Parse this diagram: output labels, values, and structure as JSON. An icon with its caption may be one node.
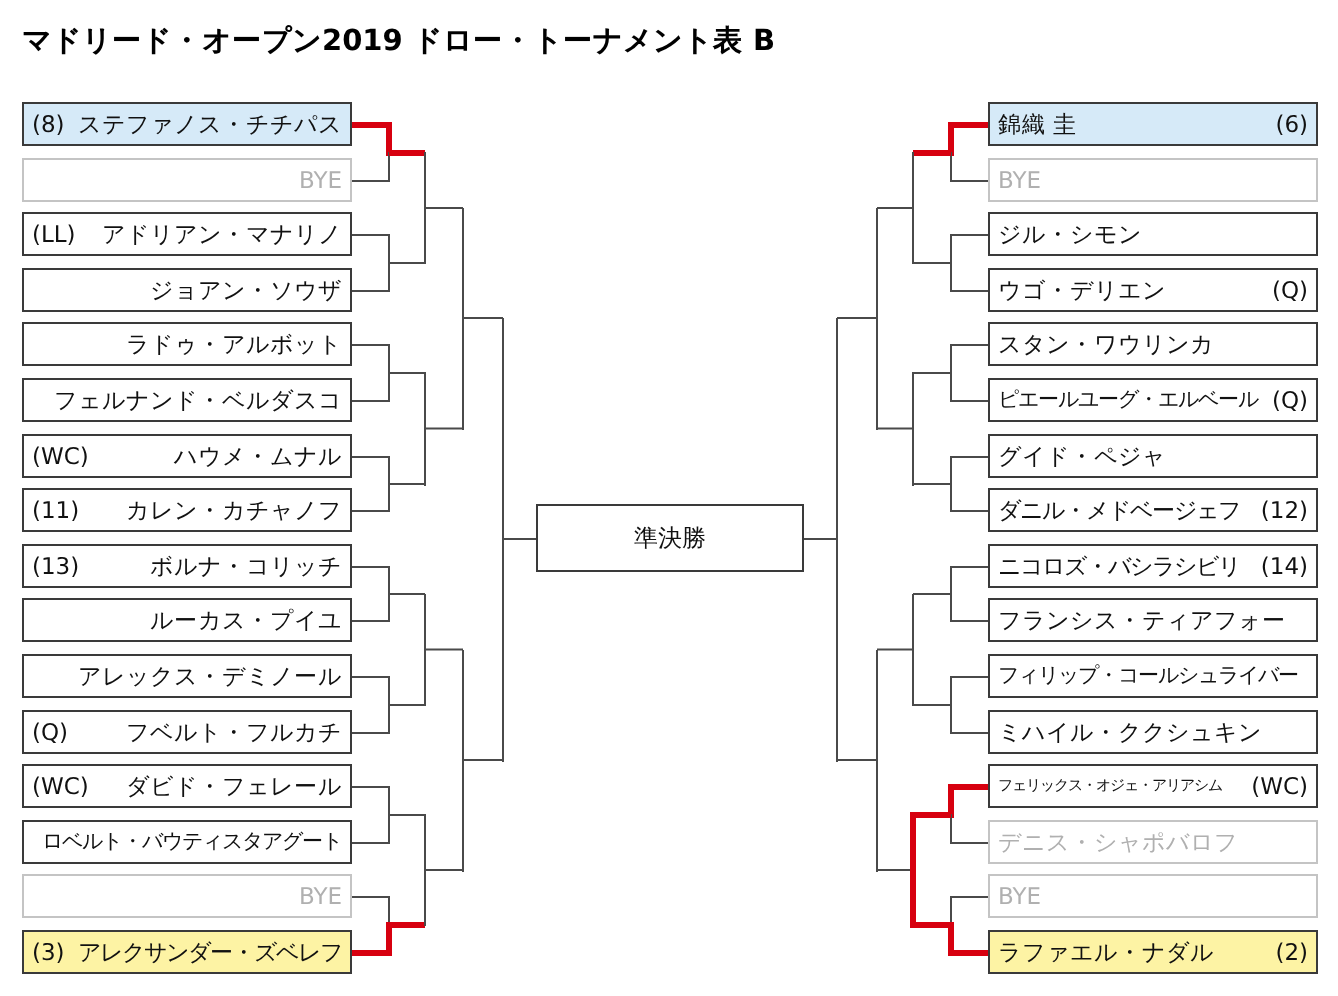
{
  "diagram": {
    "title": "マドリード・オープン2019 ドロー・トーナメント表 B",
    "nodes": [
      {
        "text": [
          "(8)",
          "ステファノス・チチパス"
        ]
      },
      {
        "text": [
          "BYE"
        ]
      },
      {
        "text": [
          "(LL)",
          "アドリアン・マナリノ"
        ]
      },
      {
        "text": [
          "ジョアン・ソウザ"
        ]
      },
      {
        "text": [
          "ラドゥ・アルボット"
        ]
      },
      {
        "text": [
          "フェルナンド・ベルダスコ"
        ]
      },
      {
        "text": [
          "(WC)",
          "ハウメ・ムナル"
        ]
      },
      {
        "text": [
          "(11)",
          "カレン・カチャノフ"
        ]
      },
      {
        "text": [
          "(13)",
          "ボルナ・コリッチ"
        ]
      },
      {
        "text": [
          "ルーカス・プイユ"
        ]
      },
      {
        "text": [
          "アレックス・デミノール"
        ]
      },
      {
        "text": [
          "(Q)",
          "フベルト・フルカチ"
        ]
      },
      {
        "text": [
          "(WC)",
          "ダビド・フェレール"
        ]
      },
      {
        "text": [
          "ロベルト・バウティスタアグート"
        ]
      },
      {
        "text": [
          "BYE"
        ]
      },
      {
        "text": [
          "(3)",
          "アレクサンダー・ズベレフ"
        ]
      },
      {
        "text": [
          "準決勝"
        ]
      },
      {
        "text": [
          "錦織 圭",
          "(6)"
        ]
      },
      {
        "text": [
          "BYE"
        ]
      },
      {
        "text": [
          "ジル・シモン"
        ]
      },
      {
        "text": [
          "ウゴ・デリエン",
          "(Q)"
        ]
      },
      {
        "text": [
          "スタン・ワウリンカ"
        ]
      },
      {
        "text": [
          "ピエールユーグ・エルベール",
          "(Q)"
        ]
      },
      {
        "text": [
          "グイド・ペジャ"
        ]
      },
      {
        "text": [
          "ダニル・メドベージェフ",
          "(12)"
        ]
      },
      {
        "text": [
          "ニコロズ・バシラシビリ",
          "(14)"
        ]
      },
      {
        "text": [
          "フランシス・ティアフォー"
        ]
      },
      {
        "text": [
          "フィリップ・コールシュライバー"
        ]
      },
      {
        "text": [
          "ミハイル・ククシュキン"
        ]
      },
      {
        "text": [
          "フェリックス・オジェ・アリアシム",
          "(WC)"
        ]
      },
      {
        "text": [
          "デニス・シャポバロフ"
        ]
      },
      {
        "text": [
          "BYE"
        ]
      },
      {
        "text": [
          "ラファエル・ナダル",
          "(2)"
        ]
      },
      {
        "text": [],
        "shape": "bar"
      },
      {
        "text": [],
        "shape": "bar"
      },
      {
        "text": [],
        "shape": "bar"
      },
      {
        "text": [],
        "shape": "bar"
      },
      {
        "text": [],
        "shape": "bar"
      },
      {
        "text": [],
        "shape": "bar"
      },
      {
        "text": [],
        "shape": "bar"
      },
      {
        "text": [],
        "shape": "bar"
      },
      {
        "text": [],
        "shape": "bar"
      },
      {
        "text": [],
        "shape": "bar"
      },
      {
        "text": [],
        "shape": "bar"
      },
      {
        "text": [],
        "shape": "bar"
      },
      {
        "text": [],
        "shape": "bar"
      },
      {
        "text": [],
        "shape": "bar"
      }
    ],
    "edges": [
      {
        "from": 0,
        "to": 33,
        "arrow": "none",
        "style": "thick",
        "color": "#d7000f"
      },
      {
        "from": 1,
        "to": 33,
        "arrow": "none"
      },
      {
        "from": 2,
        "to": 33,
        "arrow": "none"
      },
      {
        "from": 3,
        "to": 33,
        "arrow": "none"
      },
      {
        "from": 4,
        "to": 34,
        "arrow": "none"
      },
      {
        "from": 5,
        "to": 34,
        "arrow": "none"
      },
      {
        "from": 6,
        "to": 34,
        "arrow": "none"
      },
      {
        "from": 7,
        "to": 34,
        "arrow": "none"
      },
      {
        "from": 8,
        "to": 35,
        "arrow": "none"
      },
      {
        "from": 9,
        "to": 35,
        "arrow": "none"
      },
      {
        "from": 10,
        "to": 35,
        "arrow": "none"
      },
      {
        "from": 11,
        "to": 35,
        "arrow": "none"
      },
      {
        "from": 12,
        "to": 36,
        "arrow": "none"
      },
      {
        "from": 13,
        "to": 36,
        "arrow": "none"
      },
      {
        "from": 14,
        "to": 36,
        "arrow": "none"
      },
      {
        "from": 15,
        "to": 36,
        "arrow": "none",
        "style": "thick",
        "color": "#d7000f"
      },
      {
        "from": 17,
        "to": 43,
        "arrow": "none",
        "style": "thick",
        "color": "#d7000f"
      },
      {
        "from": 18,
        "to": 43,
        "arrow": "none"
      },
      {
        "from": 19,
        "to": 43,
        "arrow": "none"
      },
      {
        "from": 20,
        "to": 43,
        "arrow": "none"
      },
      {
        "from": 21,
        "to": 44,
        "arrow": "none"
      },
      {
        "from": 22,
        "to": 44,
        "arrow": "none"
      },
      {
        "from": 23,
        "to": 44,
        "arrow": "none"
      },
      {
        "from": 24,
        "to": 44,
        "arrow": "none"
      },
      {
        "from": 25,
        "to": 45,
        "arrow": "none"
      },
      {
        "from": 26,
        "to": 45,
        "arrow": "none"
      },
      {
        "from": 27,
        "to": 45,
        "arrow": "none"
      },
      {
        "from": 28,
        "to": 45,
        "arrow": "none"
      },
      {
        "from": 29,
        "to": 46,
        "arrow": "none",
        "style": "thick",
        "color": "#d7000f"
      },
      {
        "from": 30,
        "to": 46,
        "arrow": "none"
      },
      {
        "from": 31,
        "to": 46,
        "arrow": "none"
      },
      {
        "from": 32,
        "to": 46,
        "arrow": "none",
        "style": "thick",
        "color": "#d7000f"
      },
      {
        "from": 33,
        "to": 37,
        "arrow": "none"
      },
      {
        "from": 34,
        "to": 37,
        "arrow": "none"
      },
      {
        "from": 35,
        "to": 38,
        "arrow": "none"
      },
      {
        "from": 36,
        "to": 38,
        "arrow": "none"
      },
      {
        "from": 37,
        "to": 39,
        "arrow": "none"
      },
      {
        "from": 38,
        "to": 39,
        "arrow": "none"
      },
      {
        "from": 39,
        "to": 16,
        "arrow": "none"
      },
      {
        "from": 43,
        "to": 41,
        "arrow": "none"
      },
      {
        "from": 44,
        "to": 41,
        "arrow": "none"
      },
      {
        "from": 45,
        "to": 42,
        "arrow": "none"
      },
      {
        "from": 46,
        "to": 42,
        "arrow": "none"
      },
      {
        "from": 41,
        "to": 40,
        "arrow": "none"
      },
      {
        "from": 42,
        "to": 40,
        "arrow": "none"
      },
      {
        "from": 40,
        "to": 16,
        "arrow": "none"
      }
    ]
  }
}
